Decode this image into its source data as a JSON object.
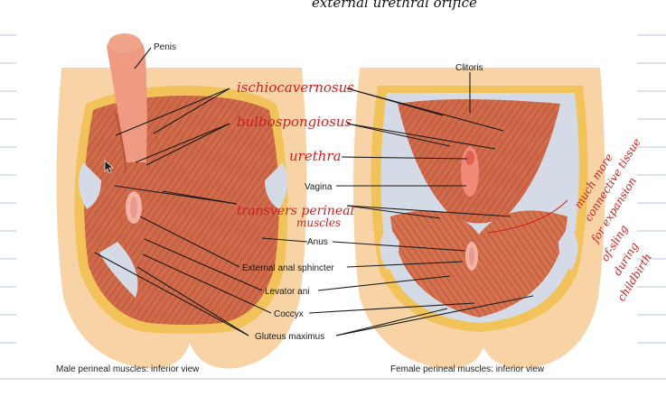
{
  "handwritten_top": "external urethral orifice",
  "left_figure": {
    "caption": "Male perineal muscles: inferior view",
    "labels": {
      "penis": "Penis",
      "anus": "Anus",
      "external_anal_sphincter": "External anal sphincter",
      "levator_ani": "Levator ani",
      "coccyx": "Coccyx",
      "gluteus_maximus": "Gluteus maximus"
    }
  },
  "right_figure": {
    "caption": "Female perineal muscles: inferior view",
    "labels": {
      "clitoris": "Clitoris",
      "vagina": "Vagina"
    }
  },
  "annotations": {
    "ischiocavernosus": "ischiocavernosus",
    "bulbospongiosus": "bulbospongiosus",
    "urethra": "urethra",
    "transverse_perineal_1": "transvers perineal",
    "transverse_perineal_2": "muscles",
    "side_note": [
      "much more",
      "connective tissue",
      "for expansion",
      "of-sling",
      "during",
      "childbirth"
    ]
  },
  "colors": {
    "muscle": "#cf6a4a",
    "skin": "#f7d3a6",
    "fat": "#f2c35a",
    "ink_red": "#d11f1f",
    "rule": "#b7c4d4"
  }
}
